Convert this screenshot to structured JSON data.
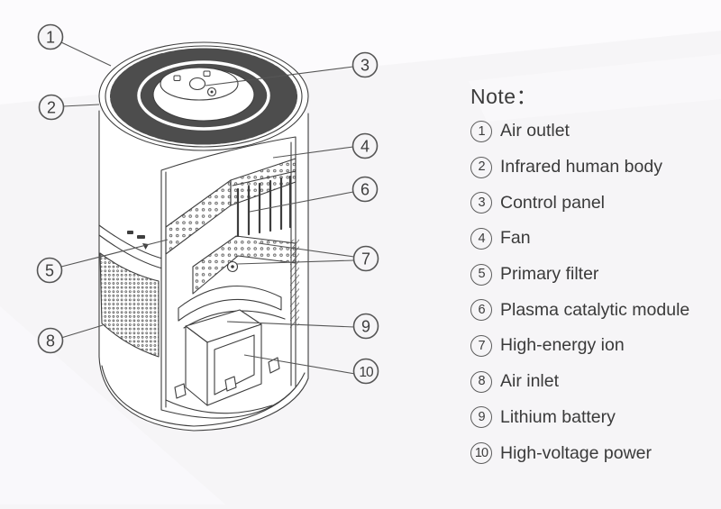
{
  "note": {
    "title": "Note："
  },
  "legend": {
    "items": [
      {
        "number": "1",
        "label": "Air outlet"
      },
      {
        "number": "2",
        "label": "Infrared human body"
      },
      {
        "number": "3",
        "label": "Control panel"
      },
      {
        "number": "4",
        "label": "Fan"
      },
      {
        "number": "5",
        "label": "Primary filter"
      },
      {
        "number": "6",
        "label": "Plasma catalytic module"
      },
      {
        "number": "7",
        "label": "High-energy ion"
      },
      {
        "number": "8",
        "label": "Air inlet"
      },
      {
        "number": "9",
        "label": "Lithium battery"
      },
      {
        "number": "10",
        "label": "High-voltage power"
      }
    ]
  },
  "callouts": {
    "c1": "1",
    "c2": "2",
    "c3": "3",
    "c4": "4",
    "c5": "5",
    "c6": "6",
    "c7": "7",
    "c8": "8",
    "c9": "9",
    "c10": "10"
  },
  "colors": {
    "background": "#f6f5f7",
    "line_art": "#3e3e3e",
    "text": "#3a3a3a"
  }
}
